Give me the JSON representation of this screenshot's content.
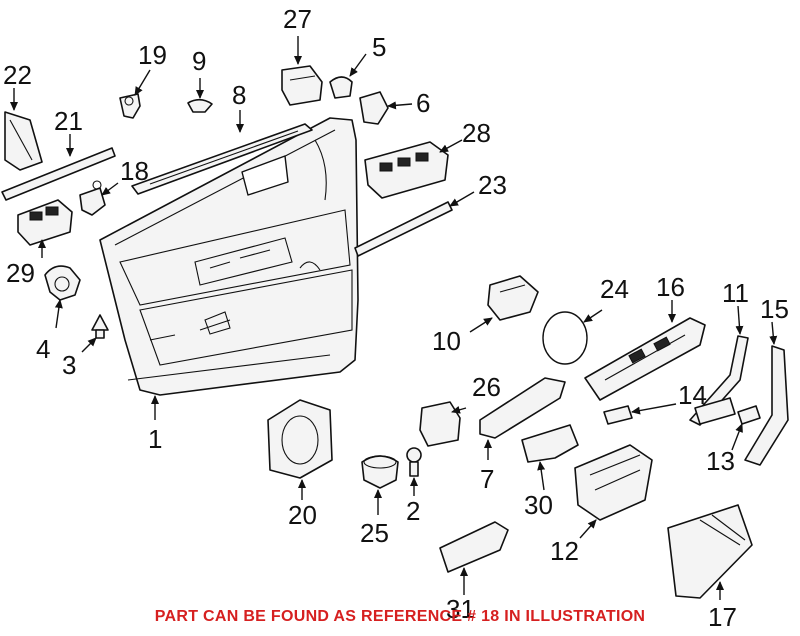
{
  "callouts": {
    "n1": "1",
    "n2": "2",
    "n3": "3",
    "n4": "4",
    "n5": "5",
    "n6": "6",
    "n7": "7",
    "n8": "8",
    "n9": "9",
    "n10": "10",
    "n11": "11",
    "n12": "12",
    "n13": "13",
    "n14": "14",
    "n15": "15",
    "n16": "16",
    "n17": "17",
    "n18": "18",
    "n19": "19",
    "n20": "20",
    "n21": "21",
    "n22": "22",
    "n23": "23",
    "n24": "24",
    "n25": "25",
    "n26": "26",
    "n27": "27",
    "n28": "28",
    "n29": "29",
    "n30": "30",
    "n31": "31"
  },
  "footer": {
    "note": "PART CAN BE FOUND AS REFERENCE # 18 IN ILLUSTRATION"
  },
  "colors": {
    "note_text": "#d62020",
    "line_art": "#111111"
  }
}
